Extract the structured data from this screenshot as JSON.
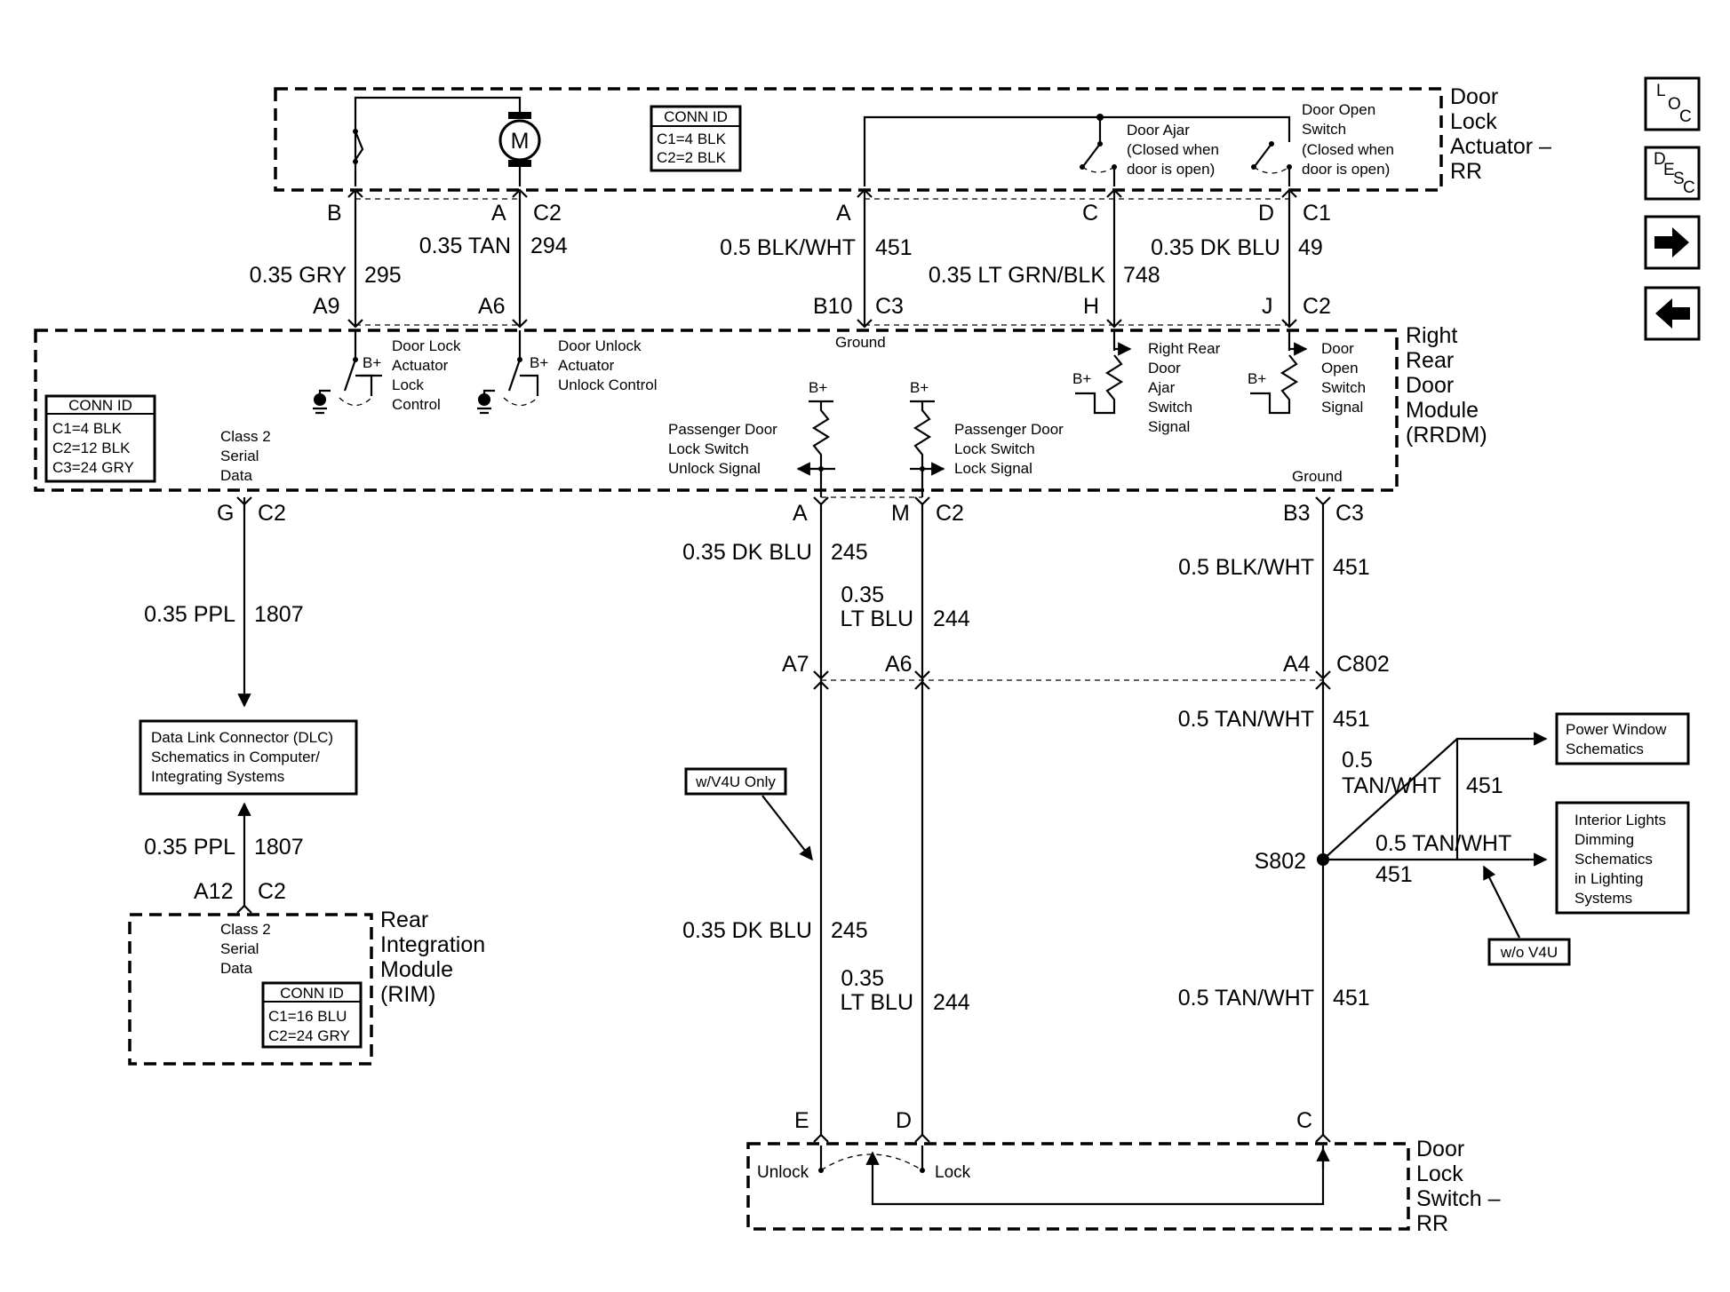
{
  "nav": {
    "loc": {
      "l1": "L",
      "l2": "O",
      "l3": "C"
    },
    "desc": {
      "l1": "D",
      "l2": "E",
      "l3": "S",
      "l4": "C"
    },
    "forward_icon": "right-arrow-icon",
    "back_icon": "left-arrow-icon"
  },
  "components": {
    "actuator": {
      "l1": "Door",
      "l2": "Lock",
      "l3": "Actuator –",
      "l4": "RR"
    },
    "rrdm": {
      "l1": "Right",
      "l2": "Rear",
      "l3": "Door",
      "l4": "Module",
      "l5": "(RRDM)"
    },
    "rim": {
      "l1": "Rear",
      "l2": "Integration",
      "l3": "Module",
      "l4": "(RIM)"
    },
    "lock_switch": {
      "l1": "Door",
      "l2": "Lock",
      "l3": "Switch –",
      "l4": "RR"
    },
    "dlc": {
      "l1": "Data Link Connector (DLC)",
      "l2": "Schematics in Computer/",
      "l3": "Integrating Systems"
    },
    "power_window": {
      "l1": "Power Window",
      "l2": "Schematics"
    },
    "interior_lights": {
      "l1": "Interior Lights",
      "l2": "Dimming",
      "l3": "Schematics",
      "l4": "in Lighting",
      "l5": "Systems"
    }
  },
  "conn_ids": {
    "title": "CONN ID",
    "actuator": [
      "C1=4 BLK",
      "C2=2 BLK"
    ],
    "rrdm": [
      "C1=4 BLK",
      "C2=12 BLK",
      "C3=24 GRY"
    ],
    "rim": [
      "C1=16 BLU",
      "C2=24 GRY"
    ]
  },
  "labels": {
    "motor": "M",
    "b_plus": "B+",
    "ground": "Ground",
    "door_ajar": {
      "l1": "Door Ajar",
      "l2": "(Closed when",
      "l3": "door is open)"
    },
    "door_open_switch": {
      "l1": "Door Open",
      "l2": "Switch",
      "l3": "(Closed when",
      "l4": "door is open)"
    },
    "lock_actuator_ctrl": {
      "l1": "Door Lock",
      "l2": "Actuator",
      "l3": "Lock",
      "l4": "Control"
    },
    "unlock_actuator_ctrl": {
      "l1": "Door Unlock",
      "l2": "Actuator",
      "l3": "Unlock Control"
    },
    "rr_door_ajar_signal": {
      "l1": "Right Rear",
      "l2": "Door",
      "l3": "Ajar",
      "l4": "Switch",
      "l5": "Signal"
    },
    "door_open_switch_signal": {
      "l1": "Door",
      "l2": "Open",
      "l3": "Switch",
      "l4": "Signal"
    },
    "pass_unlock": {
      "l1": "Passenger Door",
      "l2": "Lock Switch",
      "l3": "Unlock Signal"
    },
    "pass_lock": {
      "l1": "Passenger Door",
      "l2": "Lock Switch",
      "l3": "Lock Signal"
    },
    "class2_rrdm": {
      "l1": "Class 2",
      "l2": "Serial",
      "l3": "Data"
    },
    "class2_rim": {
      "l1": "Class 2",
      "l2": "Serial",
      "l3": "Data"
    },
    "v4u_only": "w/V4U Only",
    "wo_v4u": "w/o V4U",
    "unlock": "Unlock",
    "lock": "Lock",
    "splice": "S802"
  },
  "pins": {
    "act_B": "B",
    "act_A": "A",
    "act_C2": "C2",
    "act_A2": "A",
    "act_C": "C",
    "act_D": "D",
    "act_C1": "C1",
    "rr_A9": "A9",
    "rr_A6": "A6",
    "rr_B10": "B10",
    "rr_C3": "C3",
    "rr_H": "H",
    "rr_J": "J",
    "rr_C2": "C2",
    "rr_G": "G",
    "rr_C2b": "C2",
    "rr_A": "A",
    "rr_M": "M",
    "rr_C2c": "C2",
    "rr_B3": "B3",
    "rr_C3b": "C3",
    "c802_A7": "A7",
    "c802_A6": "A6",
    "c802_A4": "A4",
    "c802": "C802",
    "rim_A12": "A12",
    "rim_C2": "C2",
    "sw_E": "E",
    "sw_D": "D",
    "sw_C": "C"
  },
  "wires": {
    "w295": {
      "color": "0.35 GRY",
      "num": "295"
    },
    "w294": {
      "color": "0.35 TAN",
      "num": "294"
    },
    "w451a": {
      "color": "0.5 BLK/WHT",
      "num": "451"
    },
    "w748": {
      "color": "0.35 LT GRN/BLK",
      "num": "748"
    },
    "w49": {
      "color": "0.35 DK BLU",
      "num": "49"
    },
    "w1807a": {
      "color": "0.35 PPL",
      "num": "1807"
    },
    "w1807b": {
      "color": "0.35 PPL",
      "num": "1807"
    },
    "w245a": {
      "color": "0.35 DK BLU",
      "num": "245"
    },
    "w244a": {
      "c1": "0.35",
      "c2": "LT BLU",
      "num": "244"
    },
    "w451b": {
      "color": "0.5 BLK/WHT",
      "num": "451"
    },
    "w451c": {
      "color": "0.5 TAN/WHT",
      "num": "451"
    },
    "w451d": {
      "c1": "0.5",
      "c2": "TAN/WHT",
      "num": "451"
    },
    "w451e": {
      "color": "0.5 TAN/WHT",
      "num": "451"
    },
    "w245b": {
      "color": "0.35 DK BLU",
      "num": "245"
    },
    "w244b": {
      "c1": "0.35",
      "c2": "LT BLU",
      "num": "244"
    },
    "w451f": {
      "color": "0.5 TAN/WHT",
      "num": "451"
    }
  }
}
